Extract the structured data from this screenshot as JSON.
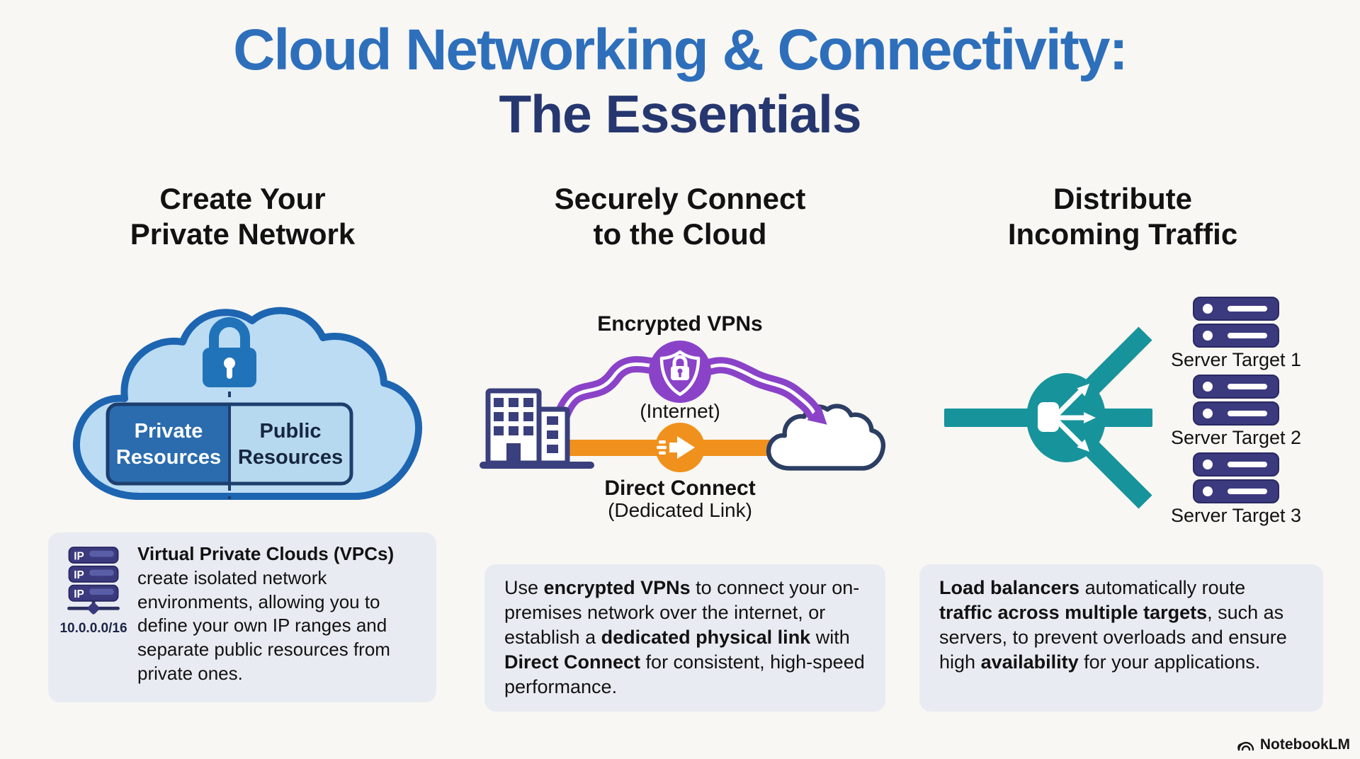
{
  "title": {
    "line1": "Cloud Networking & Connectivity:",
    "line2": "The Essentials"
  },
  "col1": {
    "heading_line1": "Create Your",
    "heading_line2": "Private Network",
    "cloud": {
      "private_line1": "Private",
      "private_line2": "Resources",
      "public_line1": "Public",
      "public_line2": "Resources"
    },
    "note": {
      "ip_label": "IP",
      "cidr": "10.0.0.0/16",
      "segments": [
        {
          "t": "Virtual Private Clouds (VPCs)",
          "b": true
        },
        {
          "t": " create isolated network environments, allowing you to define your own IP ranges and separate public resources from private ones.",
          "b": false
        }
      ]
    }
  },
  "col2": {
    "heading_line1": "Securely Connect",
    "heading_line2": "to the Cloud",
    "diagram": {
      "vpn_label": "Encrypted VPNs",
      "internet_label": "(Internet)",
      "direct_label": "Direct Connect",
      "dedicated_label": "(Dedicated Link)"
    },
    "note": {
      "segments": [
        {
          "t": "Use ",
          "b": false
        },
        {
          "t": "encrypted VPNs",
          "b": true
        },
        {
          "t": " to connect your on-premises network over the internet, or establish a ",
          "b": false
        },
        {
          "t": "dedicated physical link",
          "b": true
        },
        {
          "t": " with ",
          "b": false
        },
        {
          "t": "Direct Connect",
          "b": true
        },
        {
          "t": " for consistent, high-speed performance.",
          "b": false
        }
      ]
    }
  },
  "col3": {
    "heading_line1": "Distribute",
    "heading_line2": "Incoming Traffic",
    "diagram": {
      "server_labels": [
        "Server Target 1",
        "Server Target 2",
        "Server Target 3"
      ]
    },
    "note": {
      "segments": [
        {
          "t": "Load balancers",
          "b": true
        },
        {
          "t": " automatically route ",
          "b": false
        },
        {
          "t": "traffic across multiple targets",
          "b": true
        },
        {
          "t": ", such as servers, to prevent overloads and ensure high ",
          "b": false
        },
        {
          "t": "availability",
          "b": true
        },
        {
          "t": " for your applications.",
          "b": false
        }
      ]
    }
  },
  "footer": {
    "brand": "NotebookLM"
  },
  "colors": {
    "bg": "#f8f7f3",
    "title_primary": "#2e6fbb",
    "title_secondary": "#263770",
    "ink": "#121212",
    "note_bg": "#e9ebf2",
    "cloud_fill": "#bcdcf3",
    "cloud_stroke": "#1d65b1",
    "navy": "#1d3f6e",
    "private_fill": "#2a6cae",
    "public_fill": "#b7d9ef",
    "public_text": "#16273f",
    "lock_blue": "#2173b9",
    "purple": "#8a43c8",
    "orange": "#f0911d",
    "teal": "#17939b",
    "server_navy": "#3b3a7e",
    "building_navy": "#3a3f7d",
    "cloud_outline": "#2c3e63"
  }
}
